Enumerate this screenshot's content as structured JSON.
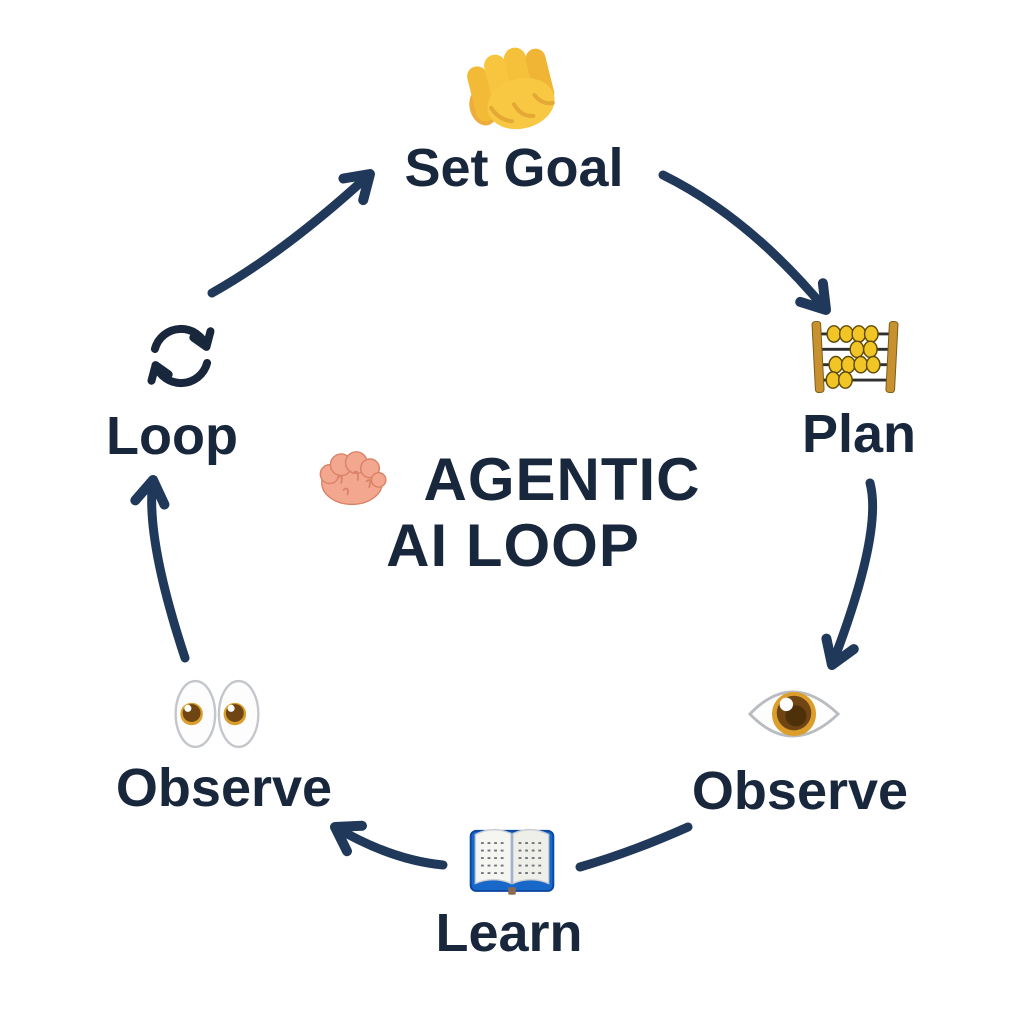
{
  "diagram": {
    "center": {
      "icon": "brain-emoji",
      "title_line1": "AGENTIC",
      "title_line2": "AI LOOP"
    },
    "nodes": [
      {
        "id": "set-goal",
        "label": "Set Goal",
        "icon": "oncoming-fist-emoji",
        "position": "top"
      },
      {
        "id": "plan",
        "label": "Plan",
        "icon": "abacus-emoji",
        "position": "right"
      },
      {
        "id": "observe-right",
        "label": "Observe",
        "icon": "eye-emoji",
        "position": "bottom-right"
      },
      {
        "id": "learn",
        "label": "Learn",
        "icon": "open-book-emoji",
        "position": "bottom"
      },
      {
        "id": "observe-left",
        "label": "Observe",
        "icon": "eyes-emoji",
        "position": "bottom-left"
      },
      {
        "id": "loop",
        "label": "Loop",
        "icon": "clockwise-arrows-icon",
        "position": "left"
      }
    ],
    "edges": [
      {
        "from": "loop",
        "to": "set-goal",
        "arrowhead": true
      },
      {
        "from": "set-goal",
        "to": "plan",
        "arrowhead": true
      },
      {
        "from": "plan",
        "to": "observe-right",
        "arrowhead": true
      },
      {
        "from": "observe-right",
        "to": "learn",
        "arrowhead": false
      },
      {
        "from": "learn",
        "to": "observe-left",
        "arrowhead": true
      },
      {
        "from": "observe-left",
        "to": "loop",
        "arrowhead": true
      }
    ],
    "colors": {
      "background": "#ffffff",
      "label_text": "#18273c",
      "arrow": "#20395a"
    }
  }
}
